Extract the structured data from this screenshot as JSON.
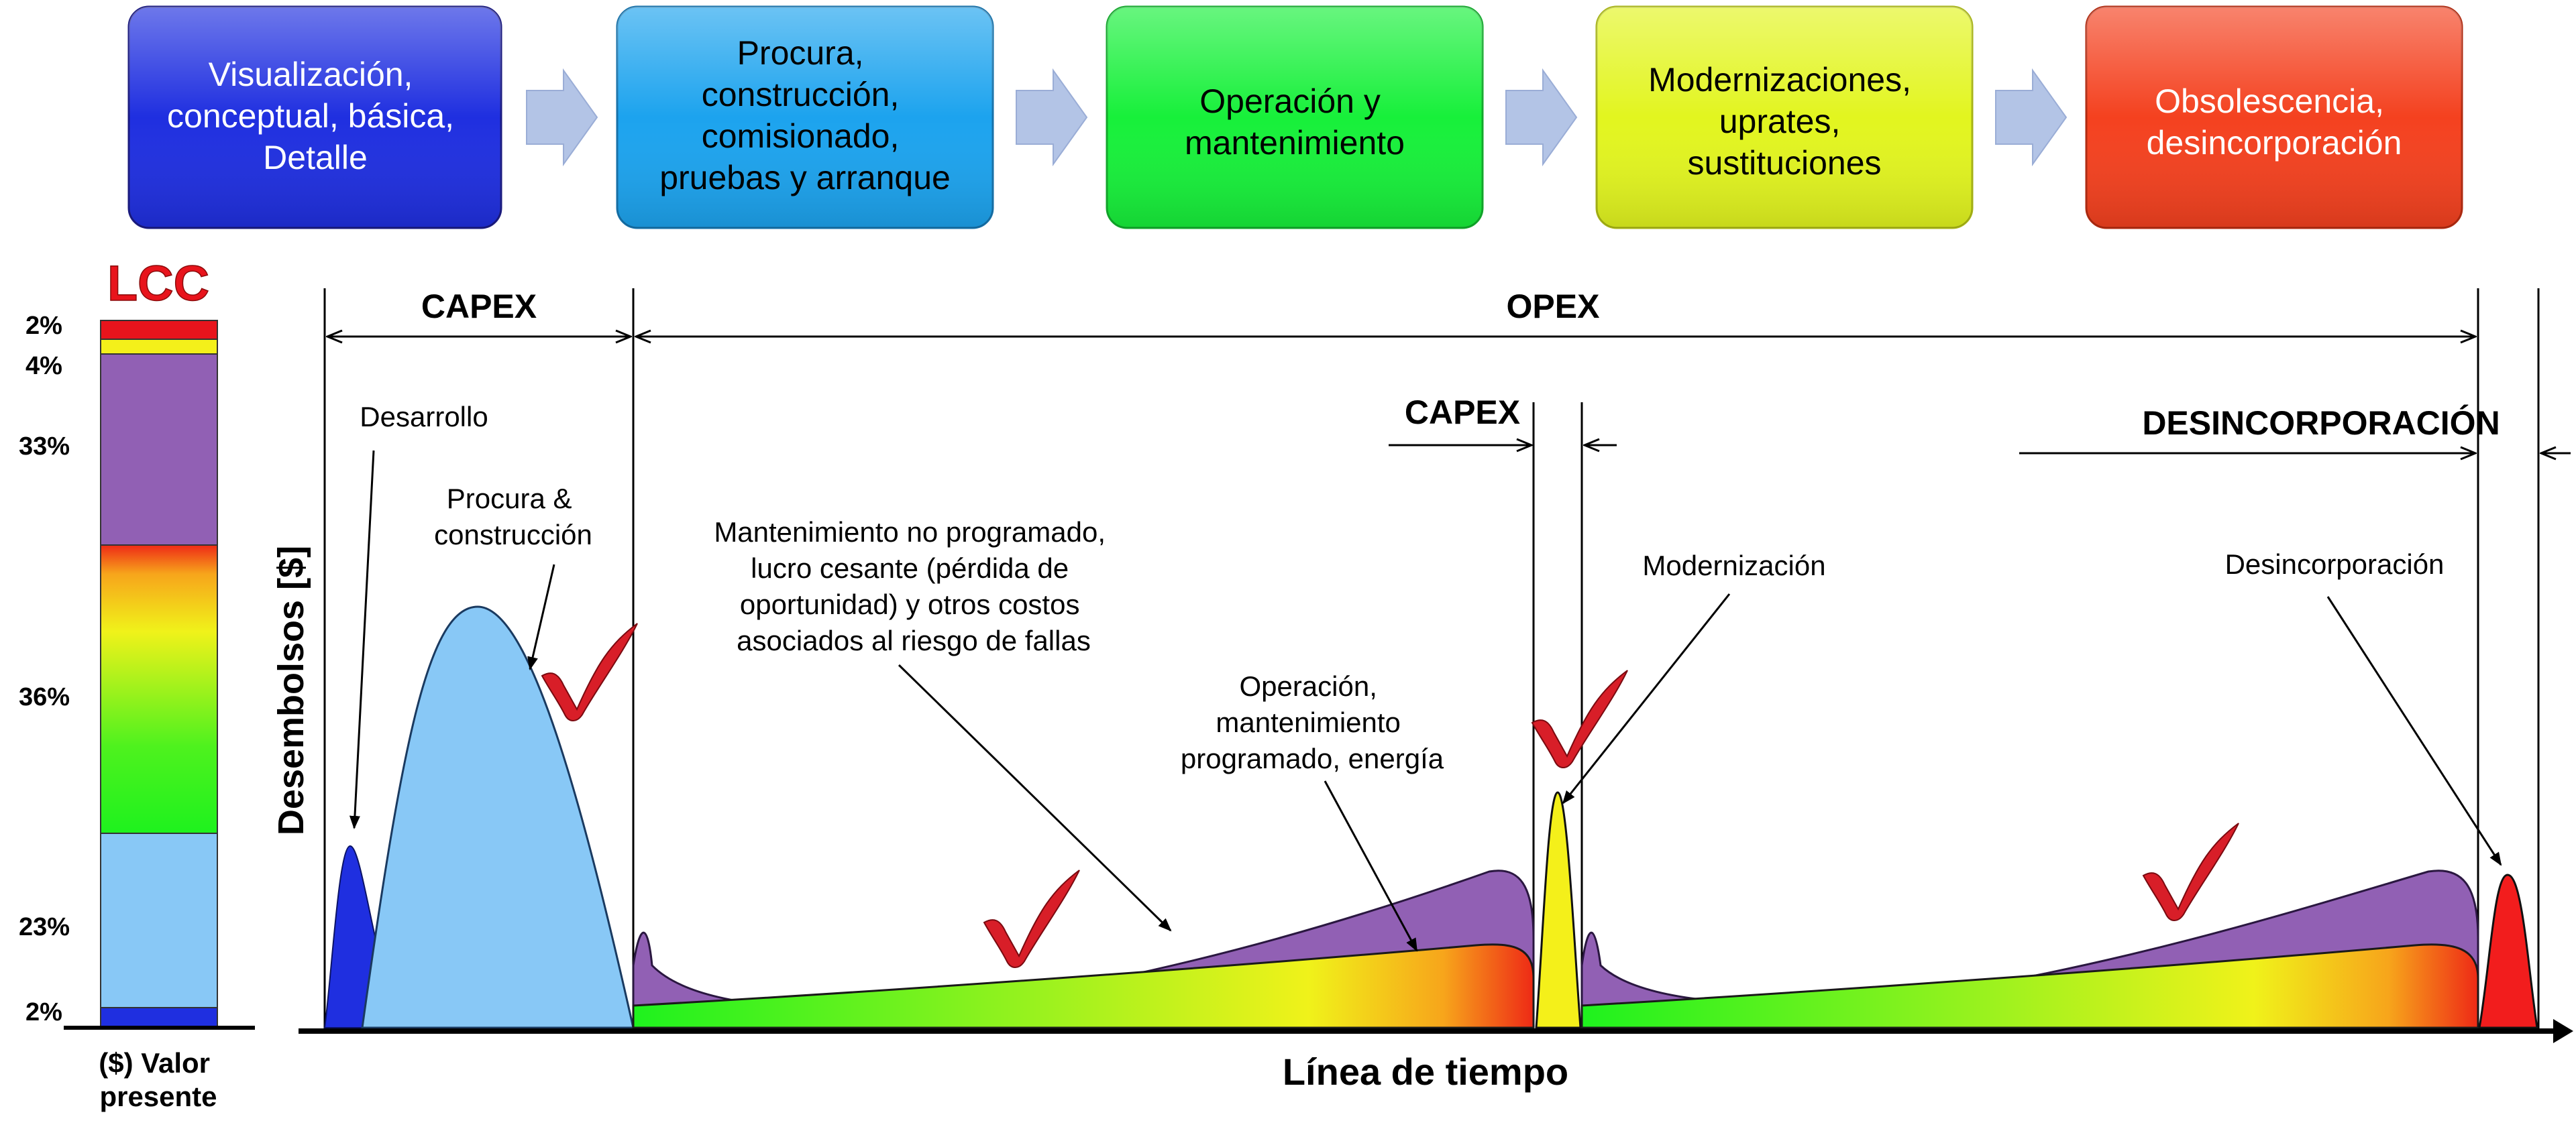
{
  "stages": [
    {
      "lines": [
        "Visualización,",
        "conceptual, básica,",
        "Detalle"
      ],
      "color": "#1f2fe0",
      "text_color": "#ffffff"
    },
    {
      "lines": [
        "Procura,",
        "construcción,",
        "comisionado,",
        "pruebas y arranque"
      ],
      "color": "#1ca3ee",
      "text_color": "#000000"
    },
    {
      "lines": [
        "Operación y",
        "mantenimiento"
      ],
      "color": "#17f03a",
      "text_color": "#000000"
    },
    {
      "lines": [
        "Modernizaciones,",
        "uprates,",
        "sustituciones"
      ],
      "color": "#e2f51f",
      "text_color": "#000000"
    },
    {
      "lines": [
        "Obsolescencia,",
        "desincorporación"
      ],
      "color": "#f4411f",
      "text_color": "#ffffff"
    }
  ],
  "lcc": {
    "title": "LCC",
    "footer_lines": [
      "($) Valor",
      "presente"
    ],
    "segments": [
      {
        "label": "2%",
        "color": "#e8141c"
      },
      {
        "label": "4%",
        "color": "#f4f01a"
      },
      {
        "label": "33%",
        "color": "#9160b4"
      },
      {
        "label": "36%",
        "color": "gradient-red-yellow-green"
      },
      {
        "label": "23%",
        "color": "#88c8f6"
      },
      {
        "label": "2%",
        "color": "#1f2fe0"
      }
    ]
  },
  "axes": {
    "ylabel": "Desembolsos [$]",
    "xlabel": "Línea de tiempo"
  },
  "phases": {
    "capex": "CAPEX",
    "opex": "OPEX",
    "capex2": "CAPEX",
    "desinc": "DESINCORPORACIÓN"
  },
  "annotations": {
    "desarrollo": [
      "Desarrollo"
    ],
    "procura": [
      "Procura &",
      "construcción"
    ],
    "no_programado": [
      "Mantenimiento no programado,",
      "lucro cesante (pérdida de",
      "oportunidad) y otros costos",
      "asociados al riesgo de fallas"
    ],
    "operacion": [
      "Operación,",
      "mantenimiento",
      "programado, energía"
    ],
    "modernizacion": [
      "Modernización"
    ],
    "desincorporacion": [
      "Desincorporación"
    ]
  },
  "colors": {
    "purple": "#9160b4",
    "light_blue": "#88c8f6",
    "dark_blue": "#1f2fe0",
    "check_red": "#d81e28",
    "arrow_fill": "#b3c4e6"
  }
}
